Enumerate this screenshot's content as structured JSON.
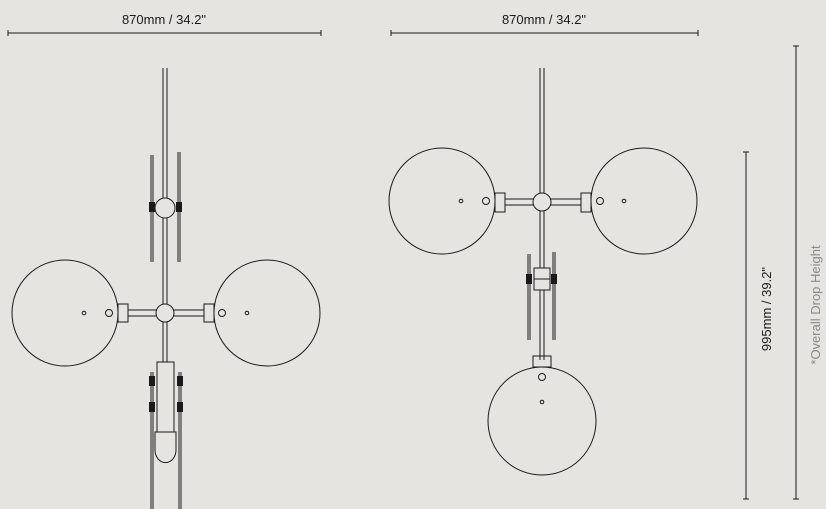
{
  "dimensions": {
    "left_width": "870mm / 34.2\"",
    "right_width": "870mm / 34.2\"",
    "height": "995mm / 39.2\"",
    "overall_drop_note": "*Overall Drop Height"
  },
  "colors": {
    "background": "#e6e4e1",
    "line": "#1a1a1a",
    "note": "#8a8a8a"
  }
}
